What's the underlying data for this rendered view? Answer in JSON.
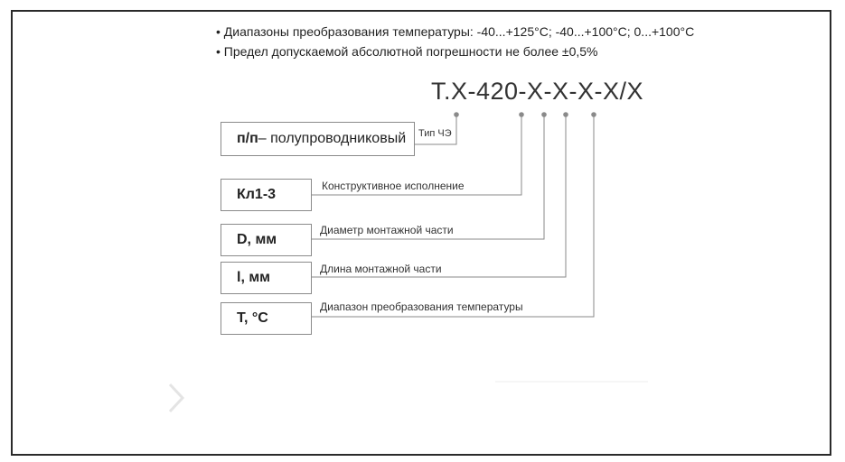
{
  "bullets": [
    "• Диапазоны преобразования температуры: -40...+125°C; -40...+100°C; 0...+100°C",
    "• Предел допускаемой абсолютной погрешности не более ±0,5%"
  ],
  "model_code": "Т.Х-420-Х-Х-Х-Х/Х",
  "sensor_type": {
    "code": "п/п",
    "description": " – полупроводниковый",
    "label": "Тип ЧЭ"
  },
  "params": [
    {
      "box": "Кл1-3",
      "label": "Конструктивное исполнение"
    },
    {
      "box": "D, мм",
      "label": "Диаметр монтажной части"
    },
    {
      "box": "l, мм",
      "label": "Длина монтажной части"
    },
    {
      "box": "T, °C",
      "label": "Диапазон преобразования температуры"
    }
  ],
  "icons": {
    "nav": "chevron-right-icon"
  },
  "colors": {
    "line": "#8a8a8a",
    "frame": "#2a2a2a"
  }
}
